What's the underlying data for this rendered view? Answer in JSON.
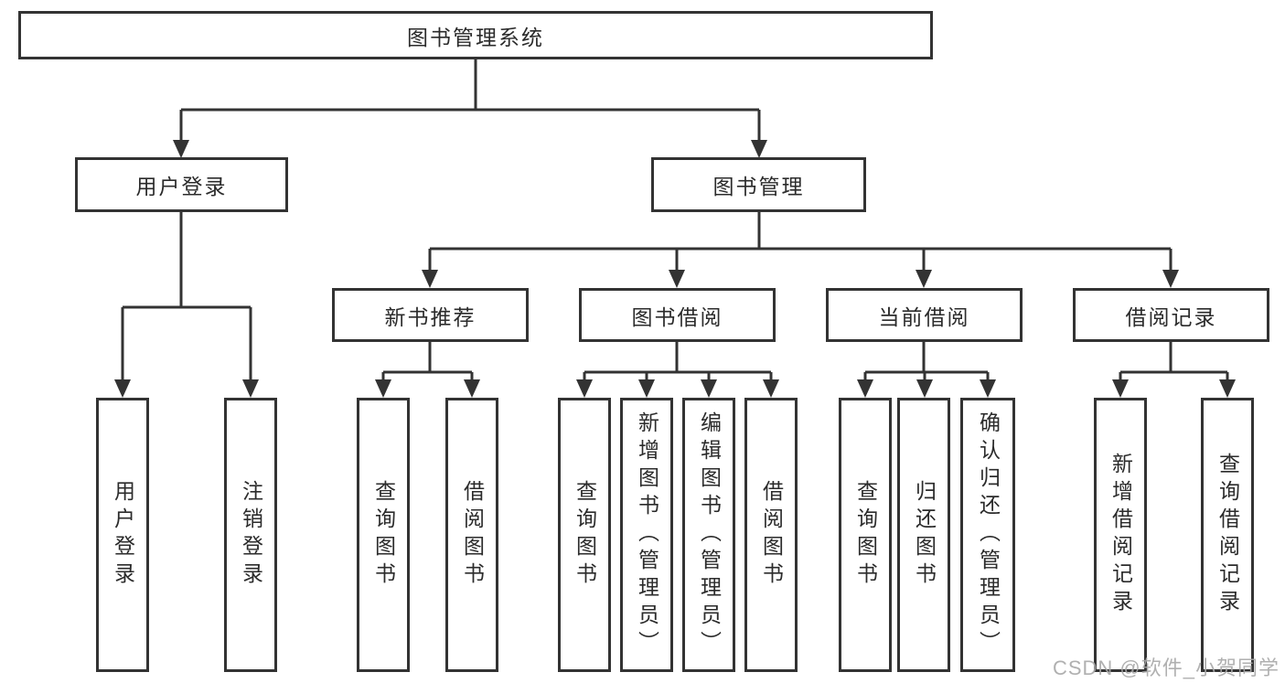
{
  "nodes": {
    "root": {
      "label": "图书管理系统"
    },
    "user_login": {
      "label": "用户登录"
    },
    "book_management": {
      "label": "图书管理"
    },
    "new_book_recommend": {
      "label": "新书推荐"
    },
    "book_borrow": {
      "label": "图书借阅"
    },
    "current_borrow": {
      "label": "当前借阅"
    },
    "borrow_records": {
      "label": "借阅记录"
    }
  },
  "leaves": [
    {
      "label": "用户登录"
    },
    {
      "label": "注销登录"
    },
    {
      "label": "查询图书"
    },
    {
      "label": "借阅图书"
    },
    {
      "label": "查询图书"
    },
    {
      "label": "新增图书（管理员）"
    },
    {
      "label": "编辑图书（管理员）"
    },
    {
      "label": "借阅图书"
    },
    {
      "label": "查询图书"
    },
    {
      "label": "归还图书"
    },
    {
      "label": "确认归还（管理员）"
    },
    {
      "label": "新增借阅记录"
    },
    {
      "label": "查询借阅记录"
    }
  ],
  "watermark": {
    "text": "CSDN @软件_小贺同学"
  },
  "colors": {
    "line": "#333333",
    "text": "#2b2b2b",
    "watermark": "#a8a8a8",
    "background": "#ffffff"
  }
}
